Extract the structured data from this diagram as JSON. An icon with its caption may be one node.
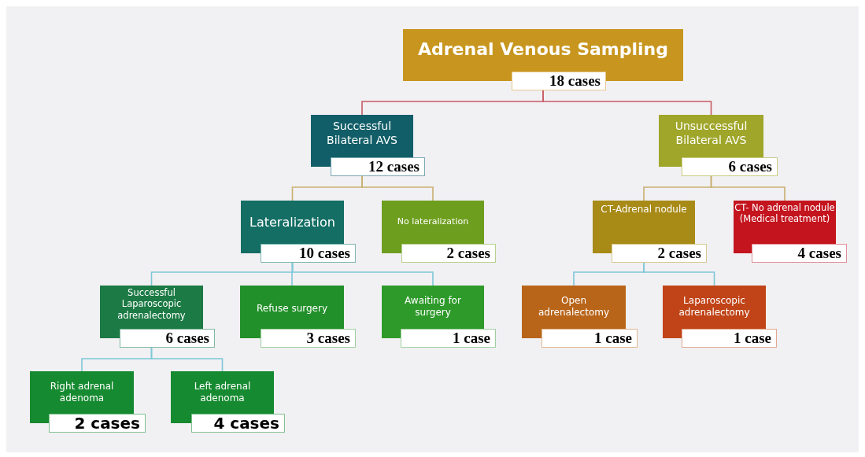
{
  "diagram": {
    "nodes": [
      {
        "text": [
          "Adrenal Venous Sampling",
          "18 cases"
        ]
      },
      {
        "text": [
          "Successful Bilateral AVS",
          "12 cases"
        ]
      },
      {
        "text": [
          "Unsuccessful Bilateral AVS",
          "6 cases"
        ]
      },
      {
        "text": [
          "Lateralization",
          "10 cases"
        ]
      },
      {
        "text": [
          "No lateralization",
          "2 cases"
        ]
      },
      {
        "text": [
          "CT-Adrenal nodule",
          "2 cases"
        ]
      },
      {
        "text": [
          "CT- No adrenal nodule (Medical treatment)",
          "4 cases"
        ]
      },
      {
        "text": [
          "Successful Laparoscopic adrenalectomy",
          "6 cases"
        ]
      },
      {
        "text": [
          "Refuse surgery",
          "3 cases"
        ]
      },
      {
        "text": [
          "Awaiting for surgery",
          "1 case"
        ]
      },
      {
        "text": [
          "Open adrenalectomy",
          "1 case"
        ]
      },
      {
        "text": [
          "Laparoscopic adrenalectomy",
          "1 case"
        ]
      },
      {
        "text": [
          "Right adrenal adenoma",
          "2 cases"
        ]
      },
      {
        "text": [
          "Left adrenal adenoma",
          "4 cases"
        ]
      }
    ],
    "edges": [
      {
        "from": 0,
        "to": 1,
        "arrow": "none",
        "color": "#c85a64"
      },
      {
        "from": 0,
        "to": 2,
        "arrow": "none",
        "color": "#c85a64"
      },
      {
        "from": 1,
        "to": 3,
        "arrow": "none",
        "color": "#c8b070"
      },
      {
        "from": 1,
        "to": 4,
        "arrow": "none",
        "color": "#c8b070"
      },
      {
        "from": 2,
        "to": 5,
        "arrow": "none",
        "color": "#c8b070"
      },
      {
        "from": 2,
        "to": 6,
        "arrow": "none",
        "color": "#c8b070"
      },
      {
        "from": 3,
        "to": 7,
        "arrow": "none"
      },
      {
        "from": 3,
        "to": 8,
        "arrow": "none"
      },
      {
        "from": 3,
        "to": 9,
        "arrow": "none"
      },
      {
        "from": 5,
        "to": 10,
        "arrow": "none"
      },
      {
        "from": 5,
        "to": 11,
        "arrow": "none"
      },
      {
        "from": 7,
        "to": 12,
        "arrow": "none"
      },
      {
        "from": 7,
        "to": 13,
        "arrow": "none"
      }
    ]
  }
}
